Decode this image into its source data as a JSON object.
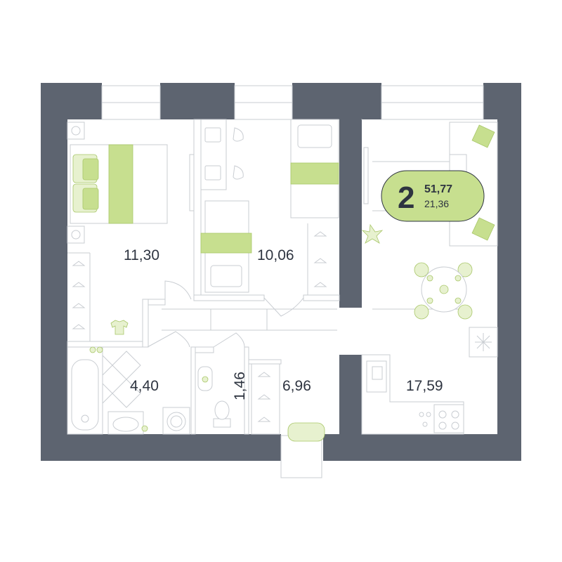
{
  "summary": {
    "rooms": "2",
    "total_area": "51,77",
    "living_area": "21,36",
    "badge_color": "#c7df8f"
  },
  "rooms": {
    "bedroom_1": "11,30",
    "bedroom_2": "10,06",
    "living_kitchen": "17,59",
    "bathroom": "4,40",
    "toilet": "1,46",
    "hallway": "6,96"
  },
  "colors": {
    "walls": "#5d6470",
    "accent": "#c7df8f",
    "lines": "#c9cdd2"
  },
  "icons": [
    "bed-icon",
    "desk-icon",
    "hanger-icon",
    "bathtub-icon",
    "sink-icon",
    "toilet-icon",
    "washer-icon",
    "stove-icon",
    "fridge-icon",
    "dining-table-icon",
    "sofa-icon",
    "plant-icon",
    "door-icon"
  ]
}
